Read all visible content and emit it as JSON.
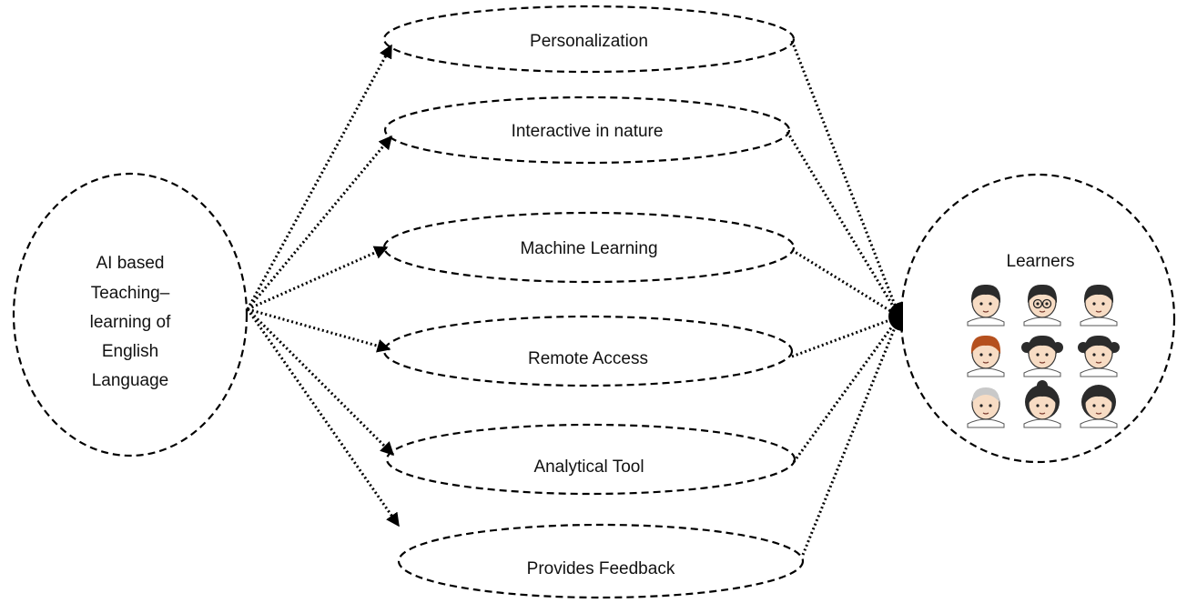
{
  "source_node": {
    "lines": [
      "AI based",
      "Teaching–",
      "learning of",
      "English",
      "Language"
    ]
  },
  "features": [
    {
      "label": "Personalization"
    },
    {
      "label": "Interactive in nature"
    },
    {
      "label": "Machine Learning"
    },
    {
      "label": "Remote Access"
    },
    {
      "label": "Analytical Tool"
    },
    {
      "label": "Provides Feedback"
    }
  ],
  "target_node": {
    "title": "Learners",
    "faces": [
      {
        "hair": "black"
      },
      {
        "hair": "black-glasses"
      },
      {
        "hair": "black"
      },
      {
        "hair": "brown"
      },
      {
        "hair": "black-pigtails"
      },
      {
        "hair": "black-pigtails"
      },
      {
        "hair": "grey"
      },
      {
        "hair": "black-bun"
      },
      {
        "hair": "black-long"
      }
    ]
  },
  "colors": {
    "stroke": "#000000",
    "skin": "#f7dcc4",
    "hair_black": "#2b2b2b",
    "hair_brown": "#b5501e",
    "hair_grey": "#c9c9c9"
  }
}
